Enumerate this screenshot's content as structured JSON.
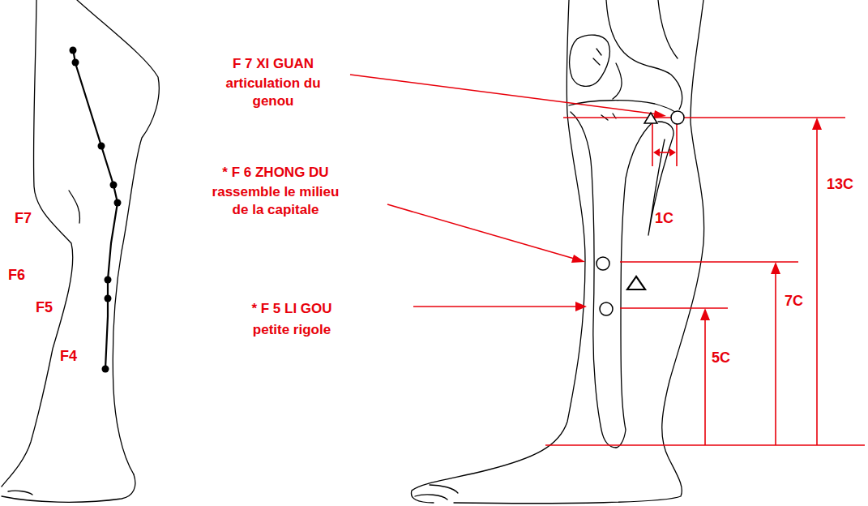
{
  "diagram": {
    "labels": [
      "F 7 XI GUAN",
      "articulation du genou",
      "* F 6 ZHONG DU",
      "rassemble le milieu de la capitale",
      "* F 5 LI GOU",
      "petite rigole",
      "1C",
      "13C",
      "7C",
      "5C",
      "F7",
      "F6",
      "F5",
      "F4"
    ]
  }
}
